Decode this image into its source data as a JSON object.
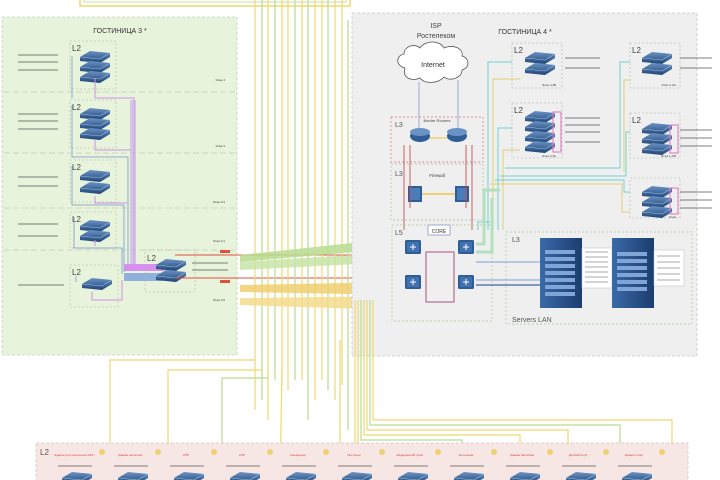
{
  "diagram": {
    "title_hotel3": "ГОСТИНИЦА 3 *",
    "title_hotel4": "ГОСТИНИЦА 4 *",
    "isp": {
      "line1": "ISP",
      "line2": "Ростелеком"
    },
    "internet": "Internet",
    "border_routers": "Border Routers",
    "firewall": "Firewall",
    "core": "CORE",
    "servers_lan": "Servers LAN",
    "layer_l2": "L2",
    "layer_l3": "L3",
    "layer_l5": "L5",
    "hotel3_floors": [
      "Этаж 4",
      "Этаж 3",
      "Этаж 2/1",
      "Этаж 1/1",
      "Этаж 1/0"
    ],
    "hotel4_floors": [
      "Этаж 3,4В",
      "Этаж 3,4А",
      "Этаж 2,3/4",
      "Этаж 1,2/В",
      "Этаж"
    ],
    "bottom_row_labels": [
      "Здание для персонала 3/4/5",
      "Здание насосной",
      "КПП",
      "КПП",
      "Конференц",
      "Ресторан",
      "Медицинский пункт",
      "Котельная",
      "Здание бассейна",
      "Детский клуб",
      "Здание спорт"
    ],
    "colors": {
      "hotel3_bg": "#e8f3dc",
      "hotel4_bg": "#efefef",
      "bottom_bg": "#f6e6e4",
      "link_yellow": "#f0d870",
      "link_green": "#b8dc90",
      "link_purple": "#c090e8",
      "link_blue": "#7898cc",
      "link_red": "#e05040",
      "link_cyan": "#70d0d0",
      "device_blue": "#2d5a8e"
    }
  }
}
